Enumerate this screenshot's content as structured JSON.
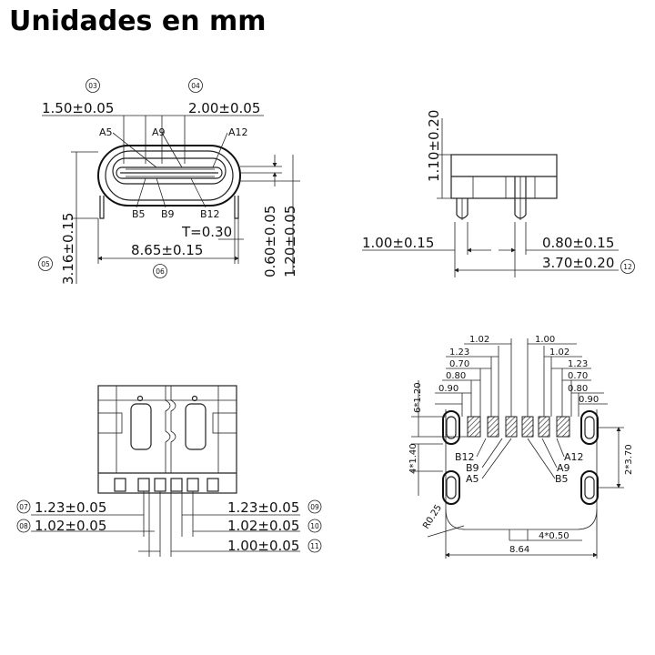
{
  "title": "Unidades en mm",
  "front_view": {
    "callout_03": "03",
    "callout_04": "04",
    "callout_05": "05",
    "callout_06": "06",
    "dim_pitch_left": "1.50±0.05",
    "dim_pitch_right": "2.00±0.05",
    "pin_a5": "A5",
    "pin_a9": "A9",
    "pin_a12": "A12",
    "pin_b5": "B5",
    "pin_b9": "B9",
    "pin_b12": "B12",
    "dim_thickness": "T=0.30",
    "dim_width": "8.65±0.15",
    "dim_height": "3.16±0.15",
    "dim_v1": "0.60±0.05",
    "dim_v2": "1.20±0.05"
  },
  "side_view": {
    "dim_top": "1.10±0.20",
    "dim_left": "1.00±0.15",
    "dim_right": "0.80±0.15",
    "dim_total": "3.70±0.20",
    "callout_12": "12"
  },
  "bottom_view": {
    "dim_l1": "1.23±0.05",
    "dim_l2": "1.02±0.05",
    "dim_r1": "1.23±0.05",
    "dim_r2": "1.02±0.05",
    "dim_center": "1.00±0.05",
    "callout_07": "07",
    "callout_08": "08",
    "callout_09": "09",
    "callout_10": "10",
    "callout_11": "11"
  },
  "footprint": {
    "d_102a": "1.02",
    "d_100": "1.00",
    "d_123a": "1.23",
    "d_102b": "1.02",
    "d_070a": "0.70",
    "d_123b": "1.23",
    "d_080a": "0.80",
    "d_070b": "0.70",
    "d_090a": "0.90",
    "d_080b": "0.80",
    "d_090b": "0.90",
    "d_6x120": "6*1.20",
    "d_4x140": "4*1.40",
    "d_2x370": "2*3.70",
    "d_r025": "R0.25",
    "d_4x050": "4*0.50",
    "d_864": "8.64",
    "pin_b12": "B12",
    "pin_b9": "B9",
    "pin_a5": "A5",
    "pin_a12": "A12",
    "pin_a9": "A9",
    "pin_b5": "B5"
  }
}
